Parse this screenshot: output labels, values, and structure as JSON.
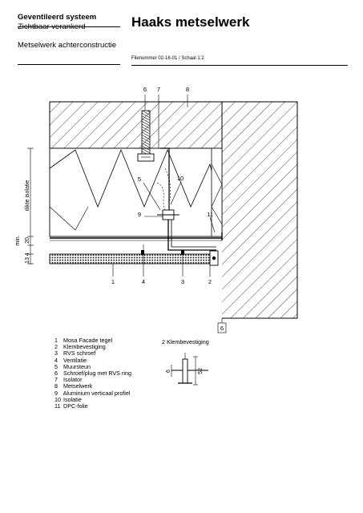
{
  "header": {
    "system": "Geventileerd systeem",
    "subsystem": "Zichtbaar verankerd",
    "construction": "Metselwerk achterconstructie",
    "title": "Haaks metselwerk",
    "file_info": "Filenummer 02-16-01 / Schaal 1:2"
  },
  "drawing": {
    "callouts_top": [
      "6",
      "7",
      "8"
    ],
    "callouts_mid": [
      "5",
      "10",
      "9",
      "11"
    ],
    "callouts_bottom": [
      "1",
      "4",
      "3",
      "2"
    ],
    "callout_right_bottom": "6",
    "dim_insulation": "dikte isolatie",
    "dim_min": "min.",
    "dim_20": "20",
    "dim_13_4": "13 4"
  },
  "legend": {
    "items": [
      {
        "num": "1",
        "label": "Mosa Facade tegel"
      },
      {
        "num": "2",
        "label": "Klembevestiging"
      },
      {
        "num": "3",
        "label": "RVS schroef"
      },
      {
        "num": "4",
        "label": "Ventilatie"
      },
      {
        "num": "5",
        "label": "Muursteun"
      },
      {
        "num": "6",
        "label": "Schroef/plug met RVS ring"
      },
      {
        "num": "7",
        "label": "Isolator"
      },
      {
        "num": "8",
        "label": "Metselwerk"
      },
      {
        "num": "9",
        "label": "Aluminium verticaal profiel"
      },
      {
        "num": "10",
        "label": "Isolatie"
      },
      {
        "num": "11",
        "label": "DPC-folie"
      }
    ]
  },
  "detail": {
    "title": "2  Klembevestiging",
    "dim_6": "6",
    "dim_52": "52"
  }
}
